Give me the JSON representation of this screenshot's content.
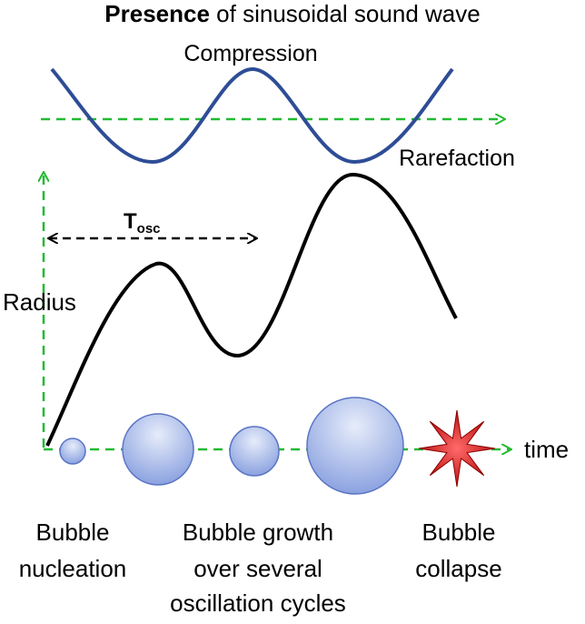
{
  "title": {
    "bold": "Presence",
    "rest": " of sinusoidal sound wave"
  },
  "labels": {
    "compression": "Compression",
    "rarefaction": "Rarefaction",
    "radius": "Radius",
    "time": "time",
    "t_osc_main": "T",
    "t_osc_sub": "osc"
  },
  "captions": {
    "nucleation": [
      "Bubble",
      "nucleation"
    ],
    "growth": [
      "Bubble growth",
      "over several",
      "oscillation cycles"
    ],
    "collapse": [
      "Bubble",
      "collapse"
    ]
  },
  "colors": {
    "sound_wave": "#2e4d96",
    "axis": "#22bb33",
    "radius_curve": "#000000",
    "bubble_fill_light": "#e6ecfa",
    "bubble_fill_dark": "#8ba2e0",
    "bubble_stroke": "#5a74c4",
    "collapse_star": "#d81414"
  },
  "icons": {
    "collapse": "burst-star-icon",
    "bubble": "bubble-circle-icon"
  }
}
